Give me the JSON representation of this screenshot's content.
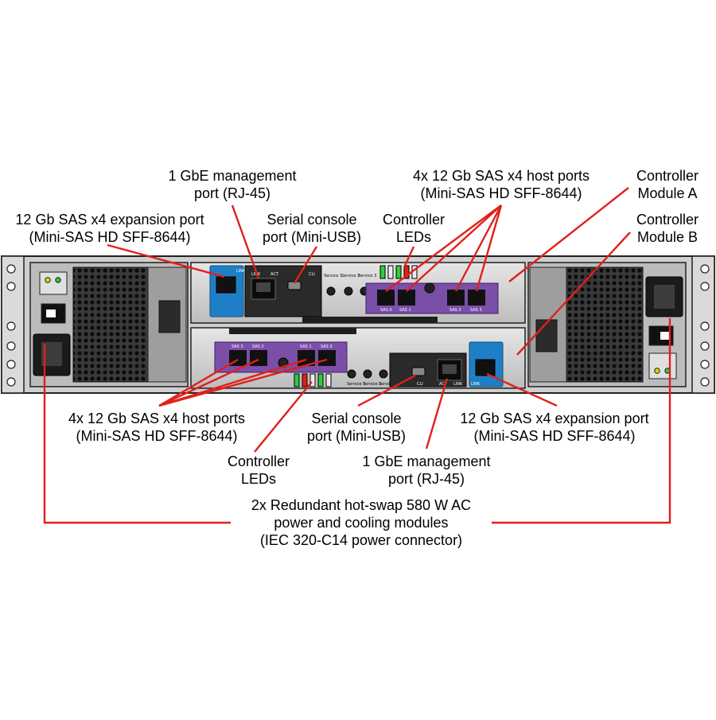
{
  "callouts": {
    "mgmt_top": [
      "1 GbE management",
      "port (RJ-45)"
    ],
    "host_top": [
      "4x 12 Gb SAS x4 host ports",
      "(Mini-SAS HD SFF-8644)"
    ],
    "ctrl_a": [
      "Controller",
      "Module A"
    ],
    "ctrl_b": [
      "Controller",
      "Module B"
    ],
    "exp_top": [
      "12 Gb SAS x4 expansion port",
      "(Mini-SAS HD SFF-8644)"
    ],
    "serial_top": [
      "Serial console",
      "port (Mini-USB)"
    ],
    "leds_top": [
      "Controller",
      "LEDs"
    ],
    "host_bottom": [
      "4x 12 Gb SAS x4 host ports",
      "(Mini-SAS HD SFF-8644)"
    ],
    "serial_bottom": [
      "Serial console",
      "port (Mini-USB)"
    ],
    "exp_bottom": [
      "12 Gb SAS x4 expansion port",
      "(Mini-SAS HD SFF-8644)"
    ],
    "leds_bottom": [
      "Controller",
      "LEDs"
    ],
    "mgmt_bottom": [
      "1 GbE management",
      "port (RJ-45)"
    ],
    "psu": [
      "2x Redundant hot-swap 580 W AC",
      "power and cooling modules",
      "(IEC 320-C14 power connector)"
    ]
  },
  "panel_labels": {
    "link": "LINK",
    "act": "ACT",
    "cli": "CLI",
    "sas": [
      "SAS 0",
      "SAS 1",
      "SAS 2",
      "SAS 3"
    ],
    "service": [
      "Service 1",
      "Service 2",
      "Service 3"
    ]
  },
  "colors": {
    "leader": "#e0201b",
    "host_port_panel": "#7b4fa8",
    "expansion_panel": "#1f7fc6",
    "chassis": "#d4d4d4"
  }
}
